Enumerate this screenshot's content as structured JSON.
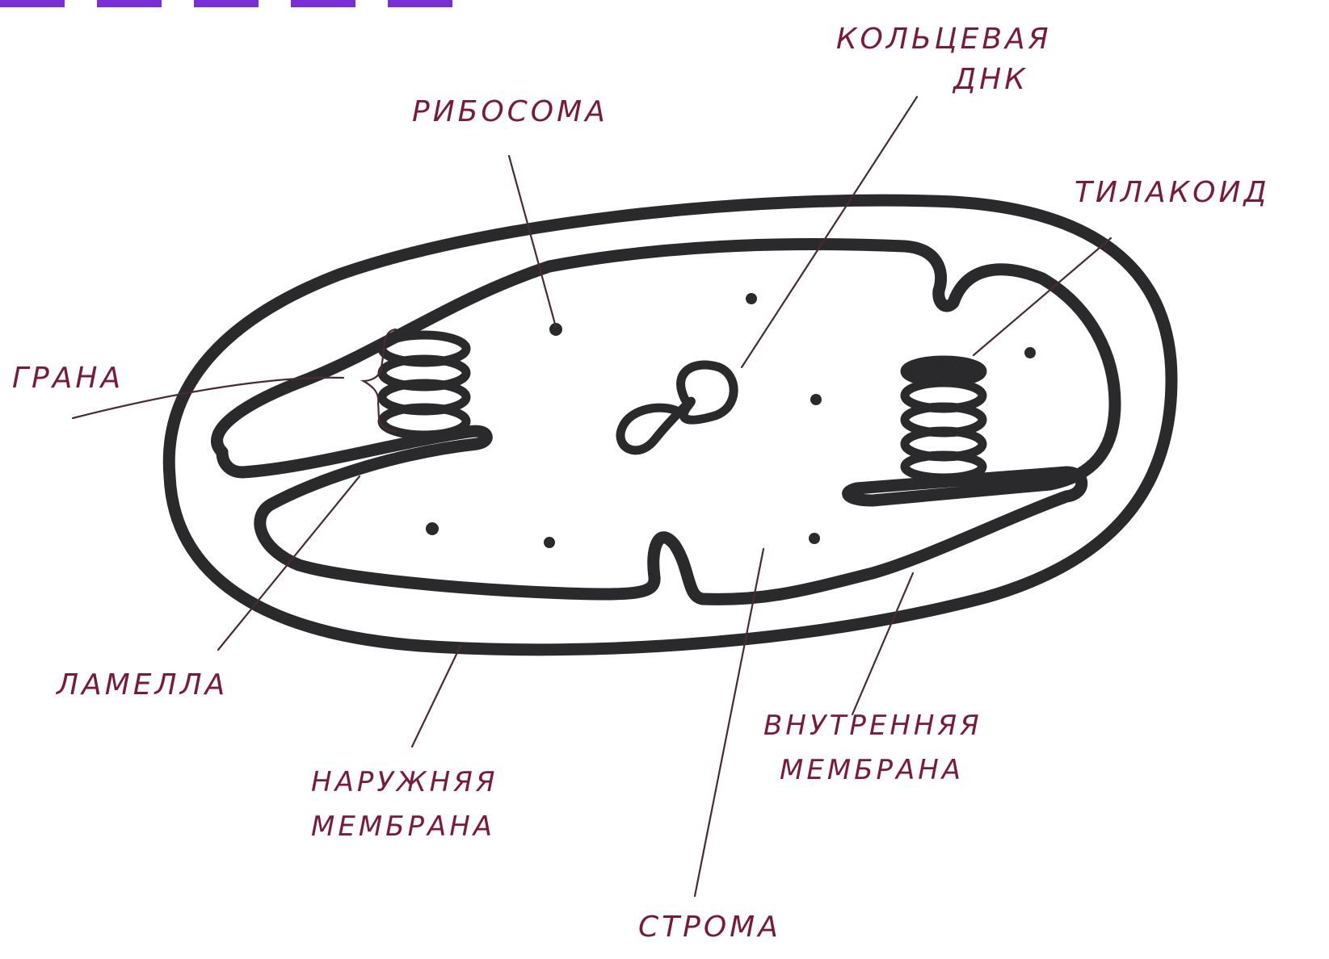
{
  "labels": {
    "ribosome": "РИБОСОМА",
    "circular_dna_line1": "КОЛЬЦЕВАЯ",
    "circular_dna_line2": "ДНК",
    "thylakoid": "ТИЛАКОИД",
    "grana": "ГРАНА",
    "lamella": "ЛАМЕЛЛА",
    "outer_membrane_line1": "НАРУЖНЯЯ",
    "outer_membrane_line2": "МЕМБРАНА",
    "inner_membrane_line1": "ВНУТРЕННЯЯ",
    "inner_membrane_line2": "МЕМБРАНА",
    "stroma": "СТРОМА"
  },
  "colors": {
    "ink_black": "#2a2a2d",
    "label_ink": "#7a1a38",
    "top_stroke": "#7a2fd6"
  }
}
